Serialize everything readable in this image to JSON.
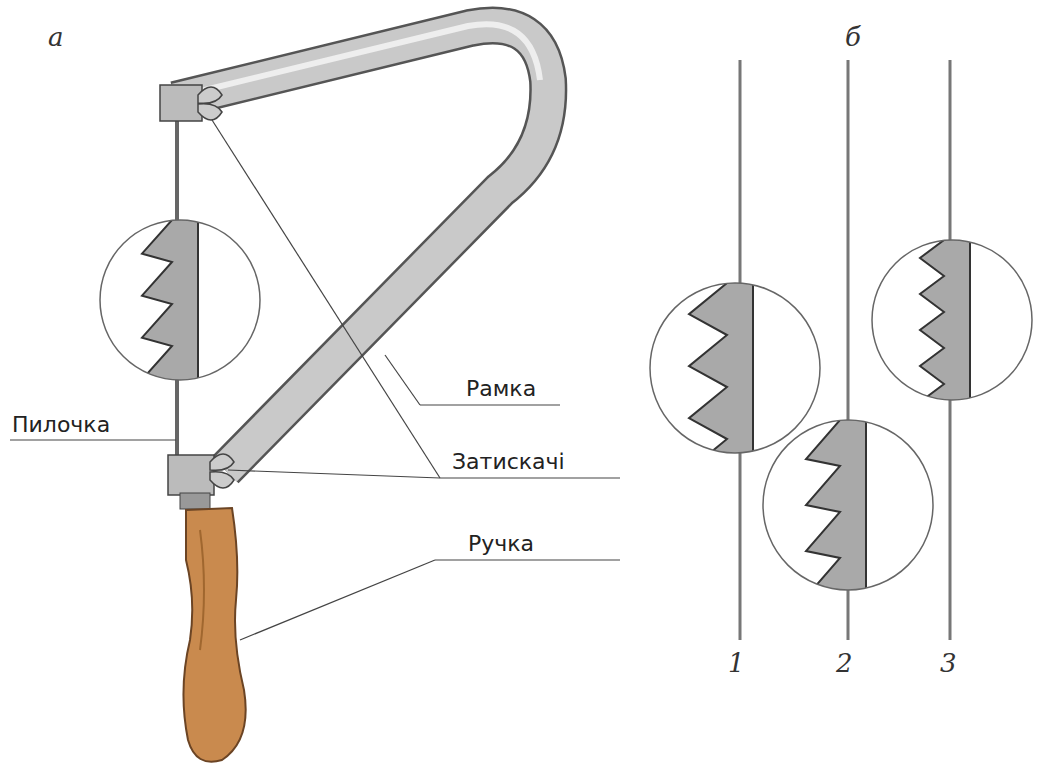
{
  "diagram": {
    "labels": [
      "а",
      "б",
      "Пилочка",
      "Рамка",
      "Затискачі",
      "Ручка",
      "1",
      "2",
      "3"
    ]
  }
}
